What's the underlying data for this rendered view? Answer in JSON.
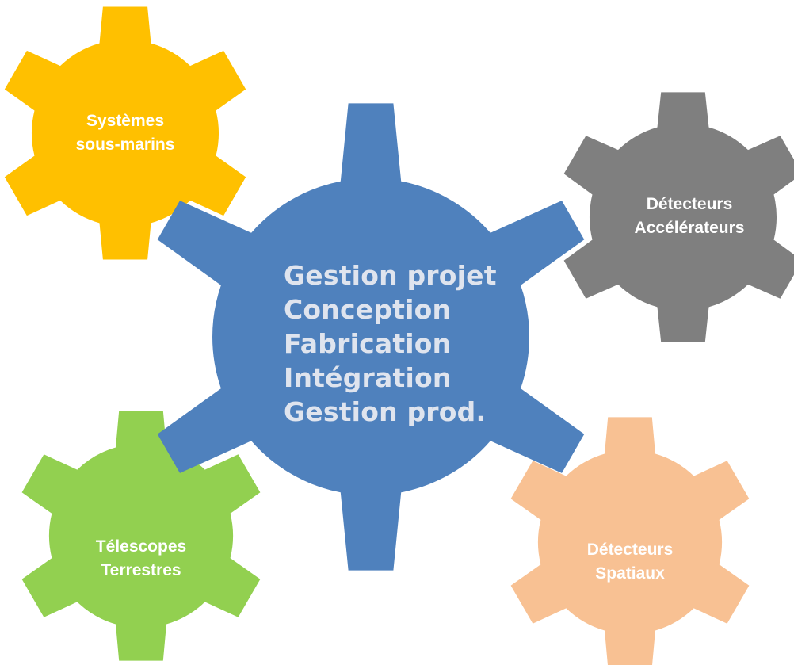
{
  "center_gear": {
    "color": "#4f81bd",
    "text_color": "#dfe4ee",
    "lines": [
      "Gestion projet",
      "Conception",
      "Fabrication",
      "Intégration",
      "Gestion prod."
    ]
  },
  "gears": {
    "underwater": {
      "color": "#ffc000",
      "lines": [
        "Systèmes",
        "sous-marins"
      ]
    },
    "accelerators": {
      "color": "#7f7f7f",
      "lines": [
        "Détecteurs",
        "Accélérateurs"
      ]
    },
    "telescopes": {
      "color": "#92d050",
      "lines": [
        "Télescopes",
        "Terrestres"
      ]
    },
    "space": {
      "color": "#f8c193",
      "lines": [
        "Détecteurs",
        "Spatiaux"
      ]
    }
  }
}
